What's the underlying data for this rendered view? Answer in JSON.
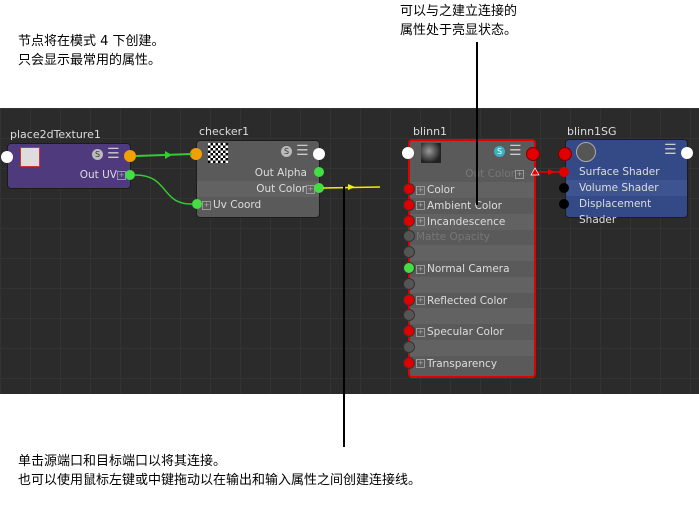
{
  "annotations": {
    "top_left": [
      "节点将在模式 4 下创建。",
      "只会显示最常用的属性。"
    ],
    "top_right": [
      "可以与之建立连接的",
      "属性处于亮显状态。"
    ],
    "bottom": [
      "单击源端口和目标端口以将其连接。",
      "也可以使用鼠标左键或中键拖动以在输出和输入属性之间创建连接线。"
    ]
  },
  "nodes": {
    "place2d": {
      "title": "place2dTexture1",
      "out": "Out UV"
    },
    "checker": {
      "title": "checker1",
      "outputs": [
        "Out Alpha",
        "Out Color"
      ],
      "input": "Uv Coord"
    },
    "blinn": {
      "title": "blinn1",
      "out": "Out Color",
      "inputs": [
        "Color",
        "Ambient Color",
        "Incandescence",
        "Matte Opacity",
        "",
        "Normal Camera",
        "",
        "Reflected Color",
        "",
        "Specular Color",
        "",
        "Transparency"
      ]
    },
    "sg": {
      "title": "blinn1SG",
      "inputs": [
        "Surface Shader",
        "Volume Shader",
        "Displacement Shader"
      ]
    }
  },
  "colors": {
    "highlight": "#e00000",
    "connected": "#44dd44",
    "orange": "#f0a000"
  }
}
